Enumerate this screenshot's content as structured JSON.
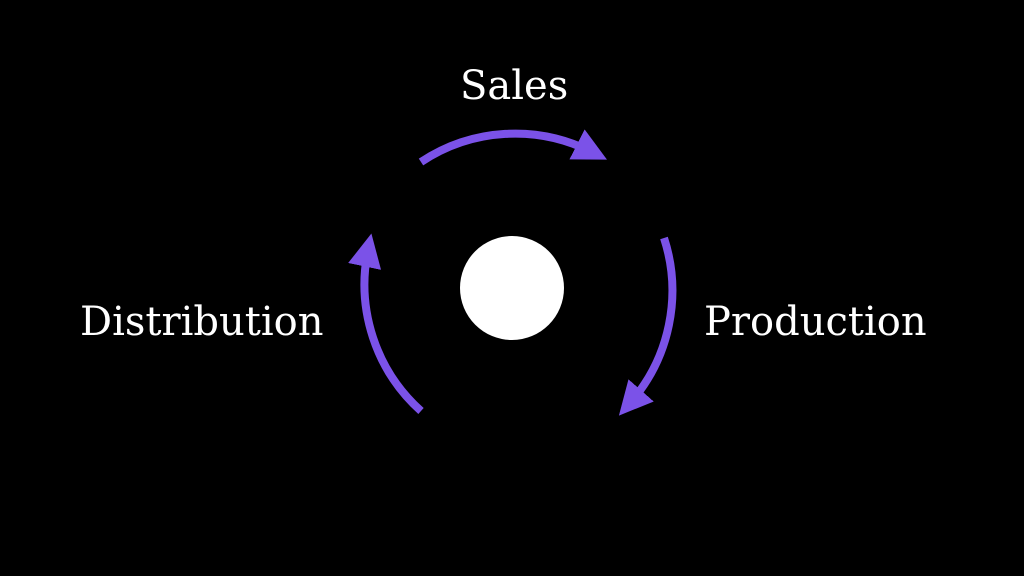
{
  "diagram": {
    "stages": [
      {
        "id": "sales",
        "label": "Sales"
      },
      {
        "id": "production",
        "label": "Production"
      },
      {
        "id": "distribution",
        "label": "Distribution"
      }
    ],
    "flow": "clockwise",
    "colors": {
      "background": "#000000",
      "arrow": "#7b52e8",
      "center": "#ffffff",
      "text": "#ffffff"
    }
  }
}
